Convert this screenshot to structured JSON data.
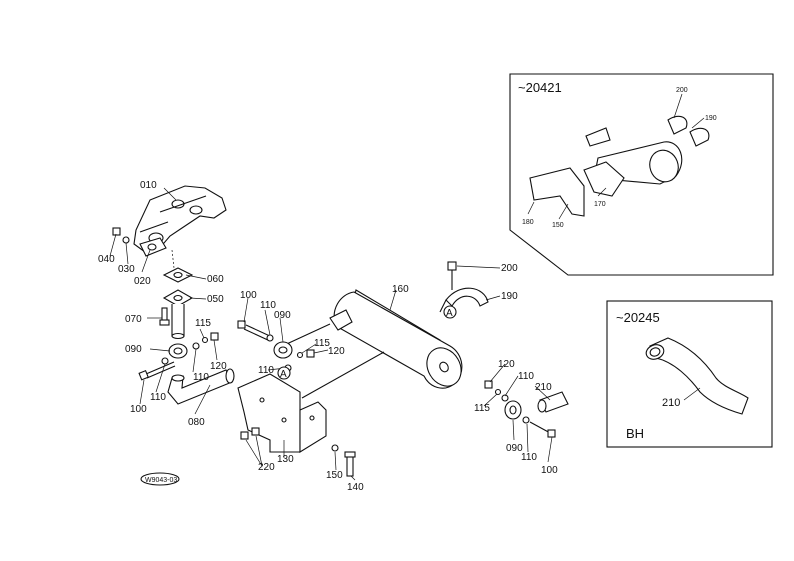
{
  "callouts": {
    "c010": "010",
    "c020": "020",
    "c030": "030",
    "c040": "040",
    "c050": "050",
    "c060": "060",
    "c070": "070",
    "c080": "080",
    "c090_left": "090",
    "c090_mid": "090",
    "c090_right": "090",
    "c100_top": "100",
    "c100_left": "100",
    "c100_right": "100",
    "c110_top": "110",
    "c110_left_a": "110",
    "c110_left_b": "110",
    "c110_mid": "110",
    "c110_right_a": "110",
    "c110_right_b": "110",
    "c115_left": "115",
    "c115_mid": "115",
    "c115_right": "115",
    "c120_left": "120",
    "c120_mid": "120",
    "c120_right": "120",
    "c130": "130",
    "c140": "140",
    "c150": "150",
    "c160": "160",
    "c190": "190",
    "c200": "200",
    "c210": "210",
    "c220": "220"
  },
  "marker_a": "A",
  "inset_top": {
    "serial": "~20421",
    "labels": {
      "l200": "200",
      "l190": "190",
      "l170": "170",
      "l180": "180",
      "l150": "150"
    }
  },
  "inset_bh": {
    "serial": "~20245",
    "part_label": "210",
    "variant": "BH"
  },
  "stamp": "W9043-03"
}
